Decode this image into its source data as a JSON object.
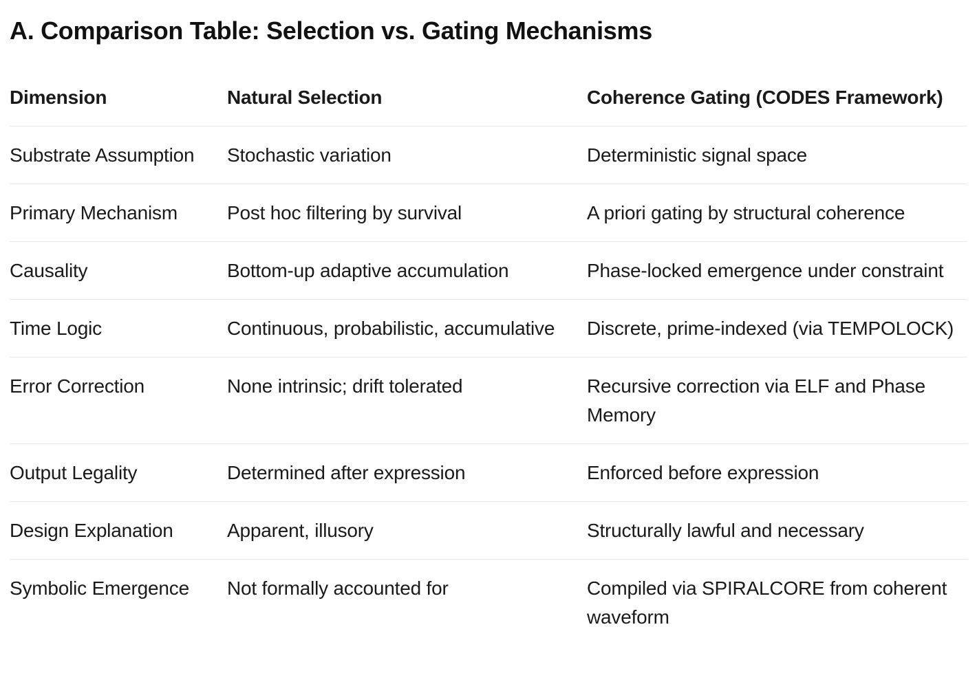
{
  "document": {
    "title": "A. Comparison Table: Selection vs. Gating Mechanisms"
  },
  "table": {
    "headers": [
      "Dimension",
      "Natural Selection",
      "Coherence Gating (CODES Framework)"
    ],
    "rows": [
      [
        "Substrate Assumption",
        "Stochastic variation",
        "Deterministic signal space"
      ],
      [
        "Primary Mechanism",
        "Post hoc filtering by survival",
        "A priori gating by structural coherence"
      ],
      [
        "Causality",
        "Bottom-up adaptive accumulation",
        "Phase-locked emergence under constraint"
      ],
      [
        "Time Logic",
        "Continuous, probabilistic, accumulative",
        "Discrete, prime-indexed (via TEMPOLOCK)"
      ],
      [
        "Error Correction",
        "None intrinsic; drift tolerated",
        "Recursive correction via ELF and Phase Memory"
      ],
      [
        "Output Legality",
        "Determined after expression",
        "Enforced before expression"
      ],
      [
        "Design Explanation",
        "Apparent, illusory",
        "Structurally lawful and necessary"
      ],
      [
        "Symbolic Emergence",
        "Not formally accounted for",
        "Compiled via SPIRALCORE from coherent waveform"
      ]
    ]
  },
  "colors": {
    "text": "#1a1a1a",
    "title": "#111111",
    "divider": "#e8e8e8",
    "background": "#ffffff"
  }
}
